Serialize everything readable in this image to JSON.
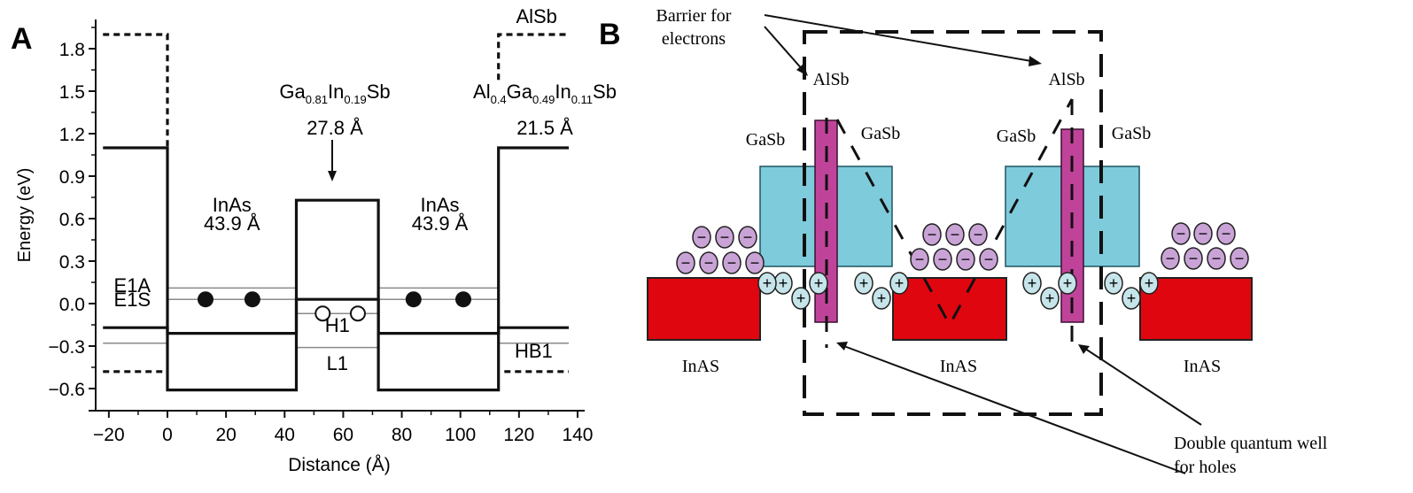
{
  "panel_a": {
    "label": "A",
    "chart_data": {
      "type": "line",
      "title": "",
      "xlabel": "Distance (Å)",
      "ylabel": "Energy (eV)",
      "xlim": [
        -25,
        140
      ],
      "ylim": [
        -0.76,
        2.0
      ],
      "xticks": [
        -20,
        0,
        20,
        40,
        60,
        80,
        100,
        120,
        140
      ],
      "xtick_labels": [
        "−20",
        "0",
        "20",
        "40",
        "60",
        "80",
        "100",
        "120",
        "140"
      ],
      "yticks": [
        -0.6,
        -0.3,
        0.0,
        0.3,
        0.6,
        0.9,
        1.2,
        1.5,
        1.8
      ],
      "ytick_labels": [
        "−0.6",
        "−0.3",
        "0.0",
        "0.3",
        "0.6",
        "0.9",
        "1.2",
        "1.5",
        "1.8"
      ],
      "grid": false,
      "series": [
        {
          "name": "conduction-band",
          "style": "solid",
          "x": [
            -22,
            0,
            0,
            44,
            44,
            72,
            72,
            113,
            113,
            137
          ],
          "y": [
            1.1,
            1.1,
            -0.61,
            -0.61,
            0.73,
            0.73,
            -0.61,
            -0.61,
            1.1,
            1.1
          ]
        },
        {
          "name": "valence-band",
          "style": "solid",
          "x": [
            -22,
            0,
            0,
            44,
            44,
            72,
            72,
            113,
            113,
            137
          ],
          "y": [
            -0.17,
            -0.17,
            -0.21,
            -0.21,
            0.03,
            0.03,
            -0.21,
            -0.21,
            -0.17,
            -0.17
          ]
        },
        {
          "name": "alsb-conduction-left",
          "style": "dashed",
          "x": [
            -22,
            0,
            0
          ],
          "y": [
            1.9,
            1.9,
            1.1
          ]
        },
        {
          "name": "alsb-conduction-right",
          "style": "dashed",
          "x": [
            113,
            113,
            137
          ],
          "y": [
            1.58,
            1.9,
            1.9
          ]
        },
        {
          "name": "alsb-valence-left",
          "style": "dashed",
          "x": [
            -22,
            0
          ],
          "y": [
            -0.48,
            -0.48
          ]
        },
        {
          "name": "alsb-valence-right",
          "style": "dashed",
          "x": [
            115,
            137
          ],
          "y": [
            -0.48,
            -0.48
          ]
        }
      ],
      "levels": [
        {
          "name": "E1A",
          "y": 0.11,
          "x": [
            0,
            44
          ]
        },
        {
          "name": "E1A",
          "y": 0.11,
          "x": [
            72,
            113
          ]
        },
        {
          "name": "E1S",
          "y": 0.03,
          "x": [
            0,
            44
          ]
        },
        {
          "name": "E1S",
          "y": 0.03,
          "x": [
            72,
            113
          ]
        },
        {
          "name": "H1",
          "y": -0.07,
          "x": [
            44,
            72
          ]
        },
        {
          "name": "L1",
          "y": -0.31,
          "x": [
            44,
            72
          ]
        },
        {
          "name": "HB1-left",
          "y": -0.28,
          "x": [
            -22,
            0
          ]
        },
        {
          "name": "HB1-right",
          "y": -0.28,
          "x": [
            113,
            137
          ]
        }
      ],
      "electrons": [
        {
          "x": 13,
          "y": 0.03
        },
        {
          "x": 29,
          "y": 0.03
        },
        {
          "x": 84,
          "y": 0.03
        },
        {
          "x": 101,
          "y": 0.03
        }
      ],
      "holes": [
        {
          "x": 53,
          "y": -0.07
        },
        {
          "x": 65,
          "y": -0.07
        }
      ],
      "annotations": [
        {
          "text": "InAs",
          "x": 22,
          "y": 0.65
        },
        {
          "text": "43.9 Å",
          "x": 22,
          "y": 0.52
        },
        {
          "text": "InAs",
          "x": 93,
          "y": 0.65
        },
        {
          "text": "43.9 Å",
          "x": 93,
          "y": 0.52
        },
        {
          "text": "E1A",
          "x": -12,
          "y": 0.08
        },
        {
          "text": "E1S",
          "x": -12,
          "y": -0.02
        },
        {
          "text": "H1",
          "x": 58,
          "y": -0.2
        },
        {
          "text": "L1",
          "x": 58,
          "y": -0.47
        },
        {
          "text": "HB1",
          "x": 125,
          "y": -0.38
        },
        {
          "text": "AlSb",
          "x": 126,
          "y": 1.98
        }
      ],
      "formula_gainsb": {
        "parts": [
          [
            "Ga",
            "0.81"
          ],
          [
            "In",
            "0.19"
          ],
          [
            "Sb",
            ""
          ]
        ],
        "thickness": "27.8 Å"
      },
      "formula_algainsb": {
        "parts": [
          [
            "Al",
            "0.4"
          ],
          [
            "Ga",
            "0.49"
          ],
          [
            "In",
            "0.11"
          ],
          [
            "Sb",
            ""
          ]
        ],
        "thickness": "21.5 Å"
      }
    }
  },
  "panel_b": {
    "label": "B",
    "labels": {
      "barrier_line1": "Barrier for",
      "barrier_line2": "electrons",
      "alsb_left": "AlSb",
      "alsb_right": "AlSb",
      "gasb_1": "GaSb",
      "gasb_2": "GaSb",
      "gasb_3": "GaSb",
      "gasb_4": "GaSb",
      "inas_1": "InAS",
      "inas_2": "InAS",
      "inas_3": "InAS",
      "dqw_line1": "Double quantum well",
      "dqw_line2": "for holes"
    },
    "charges": {
      "electron_symbol": "−",
      "hole_symbol": "+"
    },
    "colors": {
      "inas": "#e0060f",
      "gasb": "#7ecbdc",
      "alsb": "#c0439a",
      "electron": "#c9a3d6",
      "hole": "#c6e5ea"
    }
  }
}
